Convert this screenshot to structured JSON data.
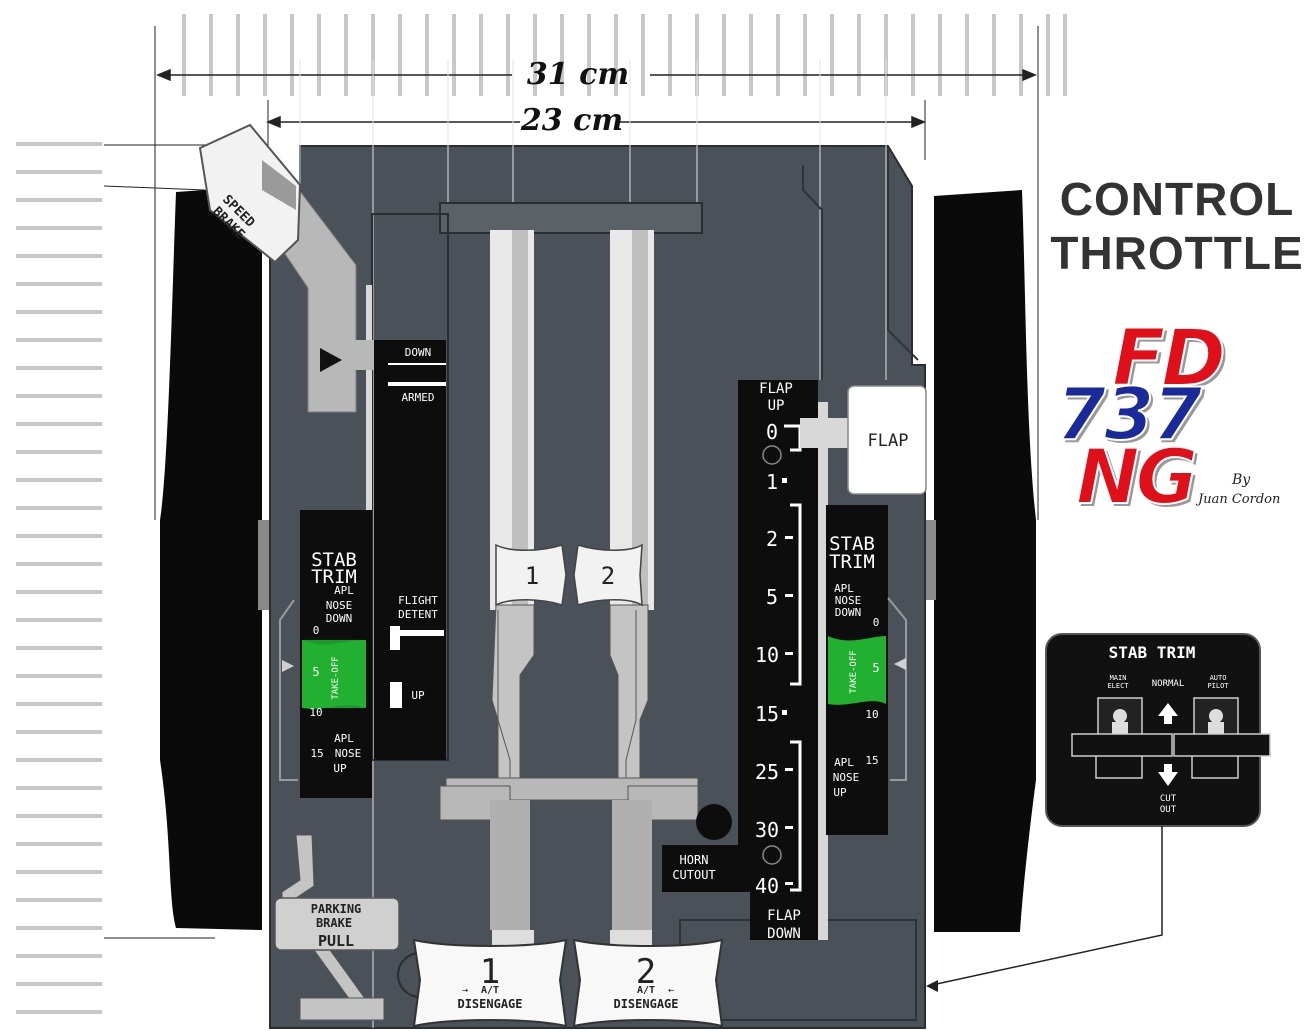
{
  "dimensions": {
    "outer": "31 cm",
    "inner": "23 cm"
  },
  "title": {
    "line1": "CONTROL",
    "line2": "THROTTLE"
  },
  "logo": {
    "fd": "FD",
    "model": "737",
    "ng": "NG",
    "by": "By",
    "author": "Juan Cordon"
  },
  "speed_brake": {
    "label_line1": "SPEED",
    "label_line2": "BRAKE",
    "down": "DOWN",
    "armed": "ARMED",
    "flight_detent_1": "FLIGHT",
    "flight_detent_2": "DETENT",
    "up": "UP"
  },
  "stab_trim_left": {
    "title1": "STAB",
    "title2": "TRIM",
    "apl": "APL",
    "nose": "NOSE",
    "down": "DOWN",
    "takeoff": "TAKE-OFF",
    "tick0": "0",
    "tick5": "5",
    "tick10": "10",
    "tick15": "15",
    "up": "UP"
  },
  "stab_trim_right": {
    "title1": "STAB",
    "title2": "TRIM",
    "apl": "APL",
    "nose": "NOSE",
    "down": "DOWN",
    "takeoff": "TAKE-OFF",
    "tick0": "0",
    "tick5": "5",
    "tick10": "10",
    "tick15": "15",
    "up": "UP"
  },
  "flap": {
    "header1": "FLAP",
    "header2": "UP",
    "button": "FLAP",
    "positions": [
      "0",
      "1",
      "2",
      "5",
      "10",
      "15",
      "25",
      "30",
      "40"
    ],
    "footer1": "FLAP",
    "footer2": "DOWN"
  },
  "levers": {
    "thrust1": "1",
    "thrust2": "2"
  },
  "horn_cutout": {
    "line1": "HORN",
    "line2": "CUTOUT"
  },
  "parking_brake": {
    "line1": "PARKING",
    "line2": "BRAKE",
    "line3": "PULL"
  },
  "at_disengage": {
    "num1": "1",
    "num2": "2",
    "at": "A/T",
    "label": "DISENGAGE"
  },
  "stab_trim_panel": {
    "title": "STAB TRIM",
    "main_elect": "MAIN ELECT",
    "normal": "NORMAL",
    "auto_pilot": "AUTO PILOT",
    "cut": "CUT",
    "out": "OUT"
  }
}
